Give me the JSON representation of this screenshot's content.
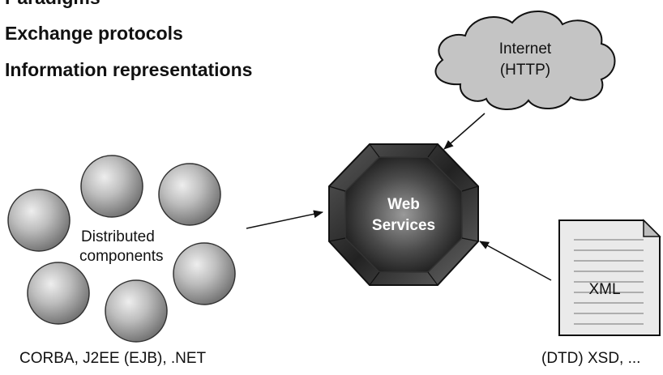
{
  "headings": {
    "paradigms": "Paradigms",
    "exchange": "Exchange protocols",
    "information": "Information representations"
  },
  "cloud": {
    "line1": "Internet",
    "line2": "(HTTP)"
  },
  "hub": {
    "line1": "Web",
    "line2": "Services"
  },
  "components": {
    "line1": "Distributed",
    "line2": "components",
    "caption": "CORBA, J2EE (EJB), .NET"
  },
  "document": {
    "label": "XML",
    "caption": "(DTD) XSD, ..."
  }
}
